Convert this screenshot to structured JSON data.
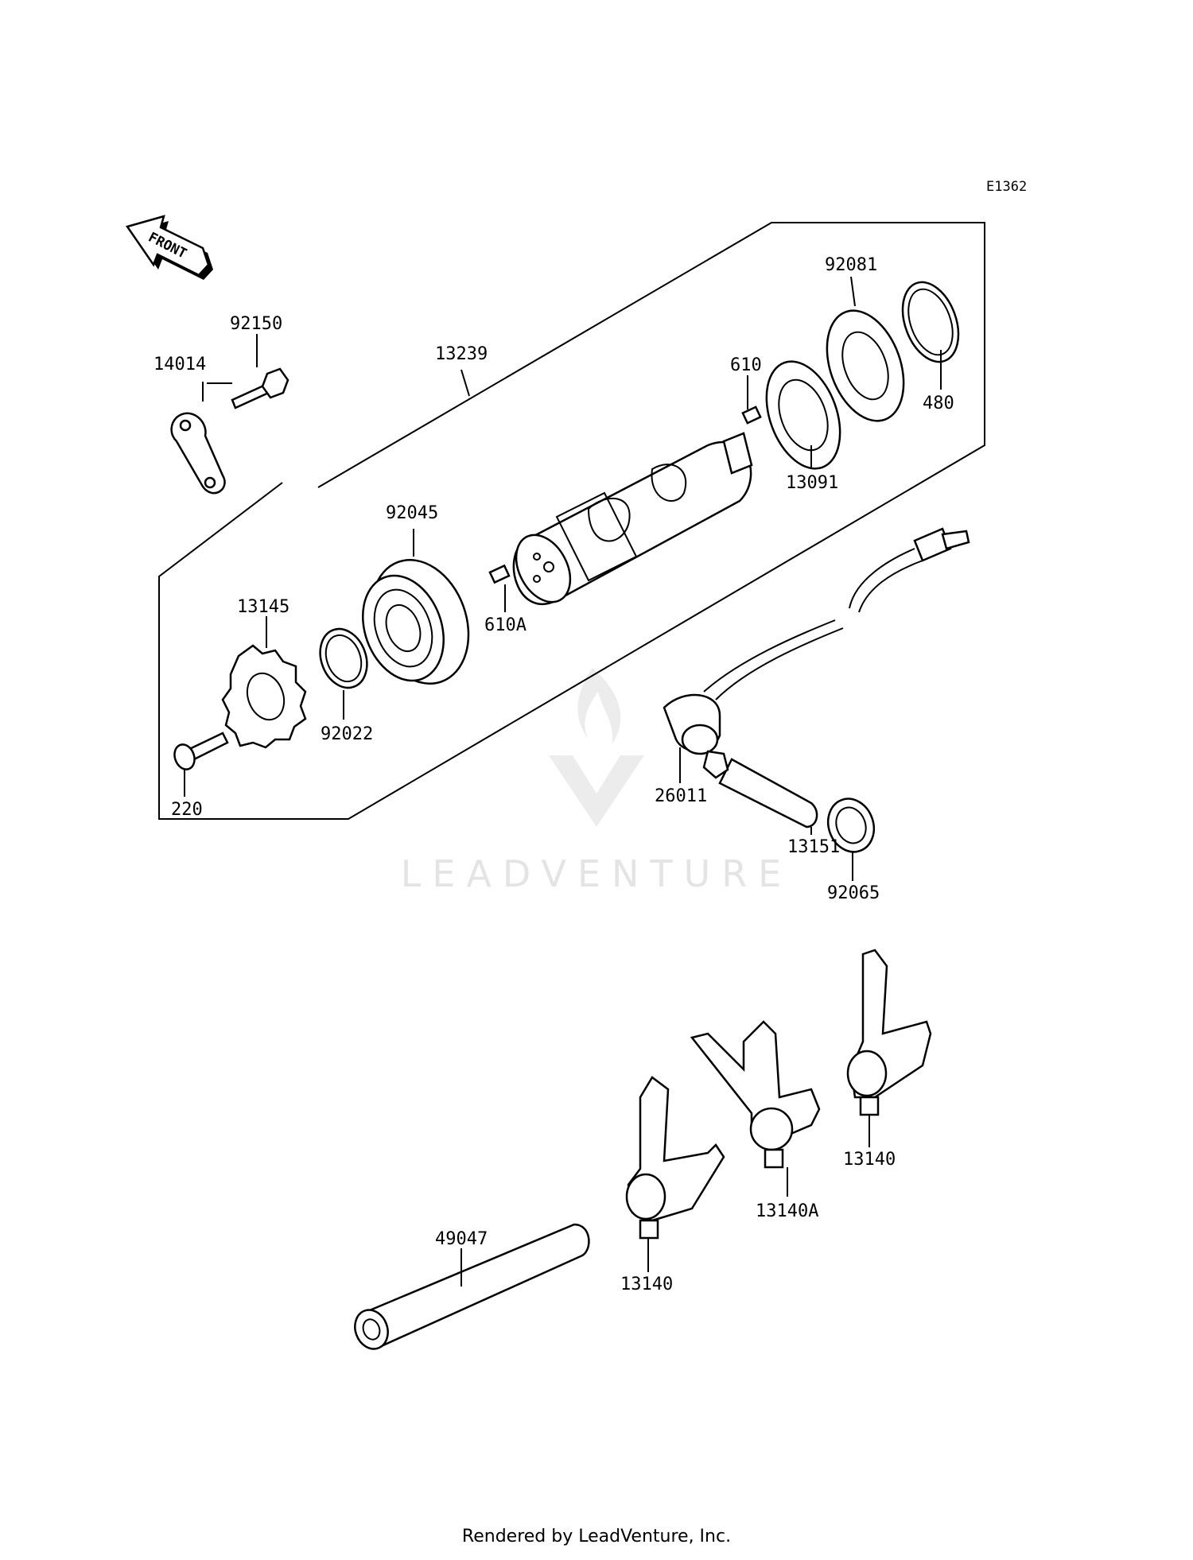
{
  "diagram_code": "E1362",
  "front_indicator": "FRONT",
  "watermark": "LEADVENTURE",
  "footer": "Rendered by LeadVenture, Inc.",
  "part_labels": [
    {
      "id": "p92150",
      "text": "92150"
    },
    {
      "id": "p14014",
      "text": "14014"
    },
    {
      "id": "p13239",
      "text": "13239"
    },
    {
      "id": "p92081",
      "text": "92081"
    },
    {
      "id": "p610",
      "text": "610"
    },
    {
      "id": "p480",
      "text": "480"
    },
    {
      "id": "p13091",
      "text": "13091"
    },
    {
      "id": "p92045",
      "text": "92045"
    },
    {
      "id": "p13145",
      "text": "13145"
    },
    {
      "id": "p610A",
      "text": "610A"
    },
    {
      "id": "p92022",
      "text": "92022"
    },
    {
      "id": "p220",
      "text": "220"
    },
    {
      "id": "p26011",
      "text": "26011"
    },
    {
      "id": "p13151",
      "text": "13151"
    },
    {
      "id": "p92065",
      "text": "92065"
    },
    {
      "id": "p13140a",
      "text": "13140"
    },
    {
      "id": "p13140A",
      "text": "13140A"
    },
    {
      "id": "p13140b",
      "text": "13140"
    },
    {
      "id": "p49047",
      "text": "49047"
    }
  ]
}
